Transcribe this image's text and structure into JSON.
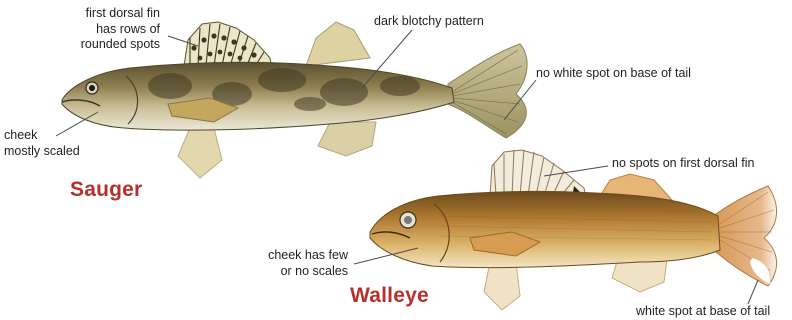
{
  "sauger": {
    "name": "Sauger",
    "callouts": {
      "dorsal_fin": [
        "first dorsal fin",
        "has rows of",
        "rounded spots"
      ],
      "pattern": [
        "dark blotchy pattern"
      ],
      "tail": [
        "no white spot on base of tail"
      ],
      "cheek": [
        "cheek",
        "mostly scaled"
      ]
    }
  },
  "walleye": {
    "name": "Walleye",
    "callouts": {
      "dorsal_fin": [
        "no spots on first dorsal fin"
      ],
      "cheek": [
        "cheek has few",
        "or no scales"
      ],
      "tail": [
        "white spot at base of tail"
      ]
    }
  },
  "colors": {
    "species_name": "#b7312c",
    "label_text": "#231f20",
    "leader_line": "#4a4a4a"
  }
}
